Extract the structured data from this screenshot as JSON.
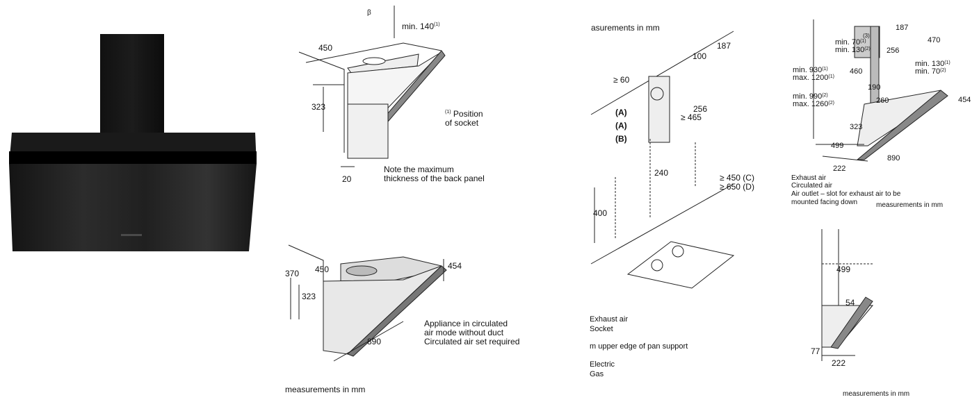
{
  "product_photo": {
    "alt": "angled wall cooker hood, black glass"
  },
  "panel_top_left": {
    "dims": {
      "width": "450",
      "height": "323",
      "back_thickness": "20",
      "min_socket": "min. 140",
      "min_socket_ref": "(1)",
      "angle": "β"
    },
    "notes": {
      "footnote_ref": "(1)",
      "position_socket_1": "Position",
      "position_socket_2": "of socket",
      "max_thickness_1": "Note the maximum",
      "max_thickness_2": "thickness of the back panel"
    }
  },
  "panel_bottom_left": {
    "dims": {
      "width": "450",
      "height_total": "370",
      "height": "323",
      "depth": "890",
      "front": "454"
    },
    "notes": {
      "line1": "Appliance in circulated",
      "line2": "air mode without duct",
      "line3": "Circulated air set required",
      "measurements": "measurements in mm"
    }
  },
  "panel_middle": {
    "title": "asurements in mm",
    "dims": {
      "d187": "187",
      "d100": "100",
      "d60": "≥ 60",
      "d256": "256",
      "d465": "≥ 465",
      "d240": "240",
      "d450c": "≥ 450 (C)",
      "d650d": "≥ 650 (D)",
      "d400": "400"
    },
    "labels": {
      "a1": "(A)",
      "a2": "(A)",
      "b": "(B)"
    },
    "legend": [
      "Exhaust air",
      "Socket",
      "m upper edge of pan support",
      "Electric",
      "Gas"
    ]
  },
  "panel_top_right": {
    "dims": {
      "d187": "187",
      "d470": "470",
      "d256": "256",
      "d460": "460",
      "d190": "190",
      "d260": "260",
      "d454": "454",
      "d323": "323",
      "d499": "499",
      "d222": "222",
      "d890": "890",
      "d3": "(3)"
    },
    "labels": {
      "min70_130_a": "min. 70",
      "min70_130_a_ref": "(1)",
      "min70_130_b": "min. 130",
      "min70_130_b_ref": "(2)",
      "min130_70_a": "min. 130",
      "min130_70_a_ref": "(1)",
      "min130_70_b": "min. 70",
      "min130_70_b_ref": "(2)",
      "min930": "min. 930",
      "min930_ref": "(1)",
      "max1200": "max. 1200",
      "max1200_ref": "(1)",
      "min990": "min. 990",
      "min990_ref": "(2)",
      "max1260": "max. 1260",
      "max1260_ref": "(2)"
    },
    "legend": [
      "Exhaust air",
      "Circulated air",
      "Air outlet – slot for exhaust air to be",
      "mounted facing down"
    ],
    "measurements": "measurements in mm"
  },
  "panel_bottom_right": {
    "dims": {
      "d499": "499",
      "d54": "54",
      "d77": "77",
      "d222": "222"
    },
    "measurements": "measurements in mm"
  }
}
